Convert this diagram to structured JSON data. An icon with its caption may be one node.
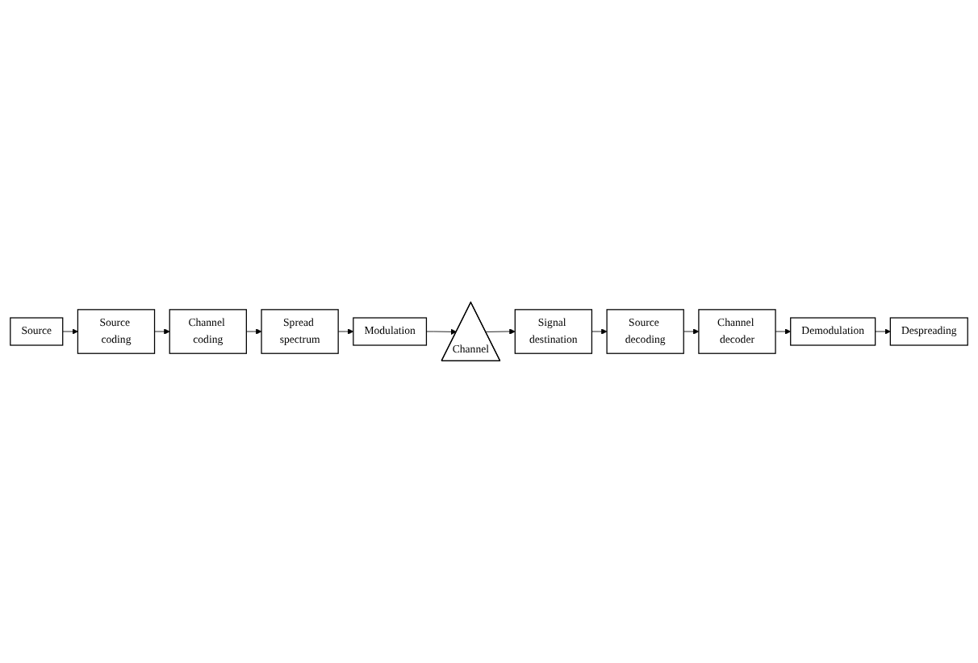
{
  "diagram": {
    "nodes": [
      {
        "text": [
          "Source"
        ]
      },
      {
        "text": [
          "Source coding"
        ]
      },
      {
        "text": [
          "Channel coding"
        ]
      },
      {
        "text": [
          "Spread spectrum"
        ]
      },
      {
        "text": [
          "Modulation"
        ]
      },
      {
        "text": [
          "Channel"
        ]
      },
      {
        "text": [
          "Signal destination"
        ]
      },
      {
        "text": [
          "Source decoding"
        ]
      },
      {
        "text": [
          "Channel decoder"
        ]
      },
      {
        "text": [
          "Demodulation"
        ]
      },
      {
        "text": [
          "Despreading"
        ]
      }
    ],
    "edges": [
      {
        "from": 0,
        "to": 1,
        "arrow": "to"
      },
      {
        "from": 1,
        "to": 2,
        "arrow": "to"
      },
      {
        "from": 2,
        "to": 3,
        "arrow": "to"
      },
      {
        "from": 3,
        "to": 4,
        "arrow": "to"
      },
      {
        "from": 4,
        "to": 5,
        "arrow": "to"
      },
      {
        "from": 5,
        "to": 6,
        "arrow": "to"
      },
      {
        "from": 6,
        "to": 7,
        "arrow": "to"
      },
      {
        "from": 7,
        "to": 8,
        "arrow": "to"
      },
      {
        "from": 8,
        "to": 9,
        "arrow": "to"
      },
      {
        "from": 9,
        "to": 10,
        "arrow": "to"
      }
    ]
  }
}
